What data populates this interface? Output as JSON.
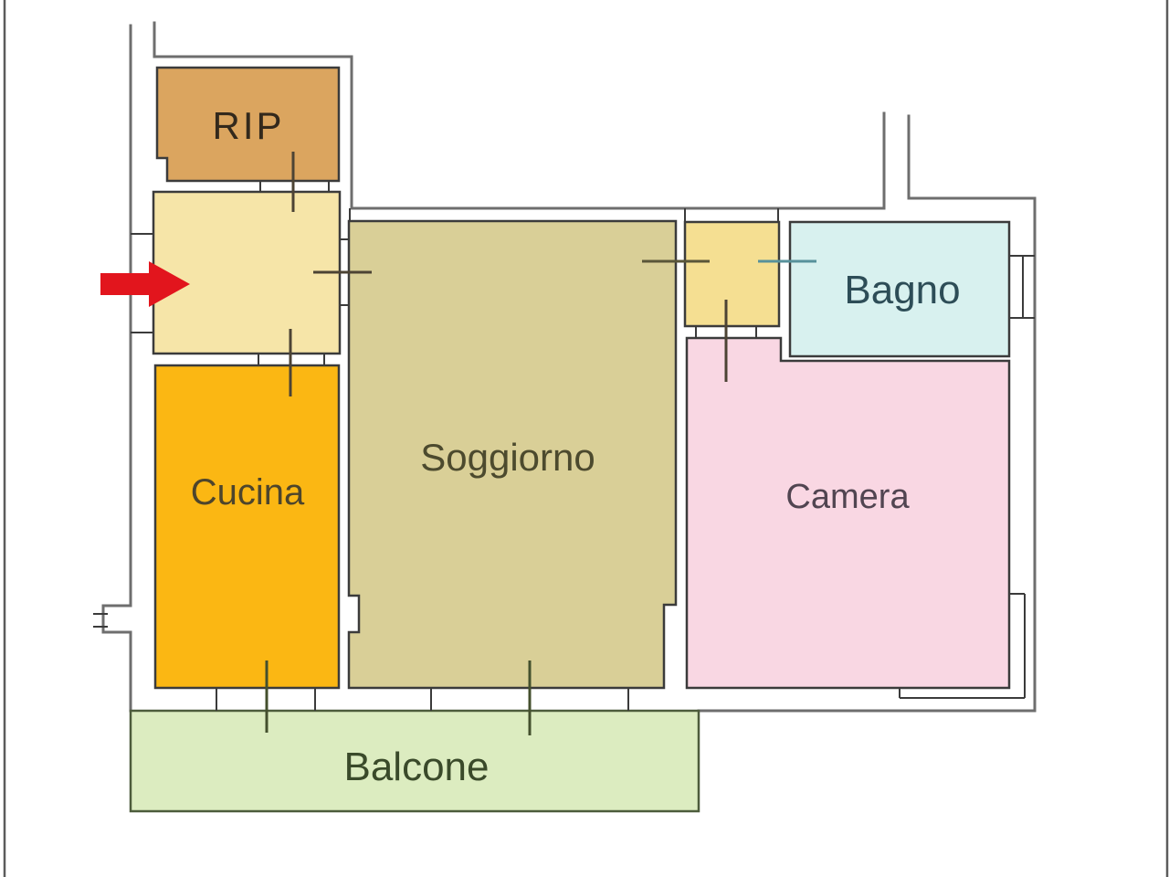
{
  "plan": {
    "rooms": {
      "rip": {
        "label": "RIP",
        "color": "#dba55f",
        "text_color": "#33291c"
      },
      "ingresso": {
        "label": "",
        "color": "#f6e5a8"
      },
      "cucina": {
        "label": "Cucina",
        "color": "#fbb713",
        "text_color": "#4d452c"
      },
      "soggiorno": {
        "label": "Soggiorno",
        "color": "#d9cf97",
        "text_color": "#4c4a2e"
      },
      "disimpegno": {
        "label": "",
        "color": "#f5df92"
      },
      "bagno": {
        "label": "Bagno",
        "color": "#d8f1ef",
        "text_color": "#2d4d57"
      },
      "camera": {
        "label": "Camera",
        "color": "#f9d7e3",
        "text_color": "#514551"
      },
      "balcone": {
        "label": "Balcone",
        "color": "#dcecc0",
        "text_color": "#3a4a2a"
      }
    },
    "markers": {
      "entrance_arrow_color": "#e2151d",
      "entrance_arrow_edge": "#9c1014"
    },
    "walls": {
      "outer_color": "#6e6e6e",
      "room_outline_color": "#3b3b3b",
      "balcone_outline_color": "#4d5c3c",
      "frame_color": "#5c5c5c"
    }
  }
}
